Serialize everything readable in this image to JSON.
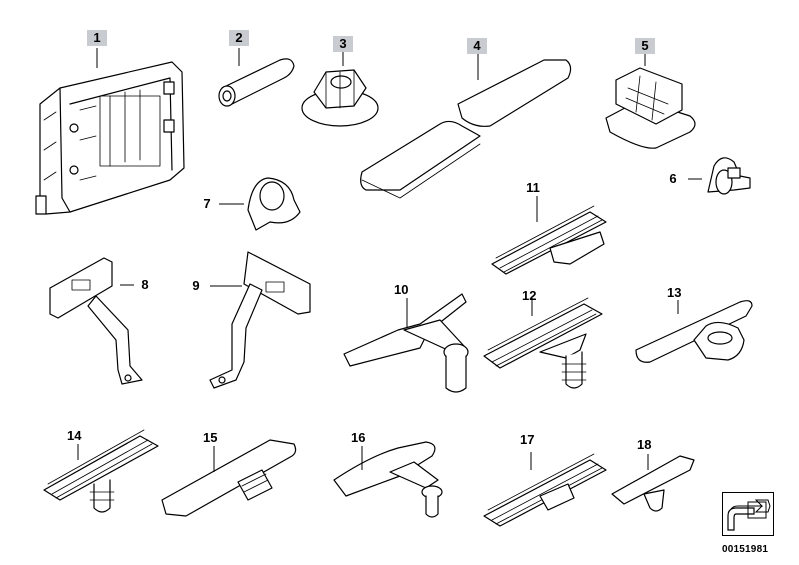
{
  "parts": [
    {
      "number": "1",
      "highlighted": true
    },
    {
      "number": "2",
      "highlighted": true
    },
    {
      "number": "3",
      "highlighted": true
    },
    {
      "number": "4",
      "highlighted": true
    },
    {
      "number": "5",
      "highlighted": true
    },
    {
      "number": "6",
      "highlighted": false
    },
    {
      "number": "7",
      "highlighted": false
    },
    {
      "number": "8",
      "highlighted": false
    },
    {
      "number": "9",
      "highlighted": false
    },
    {
      "number": "10",
      "highlighted": false
    },
    {
      "number": "11",
      "highlighted": false
    },
    {
      "number": "12",
      "highlighted": false
    },
    {
      "number": "13",
      "highlighted": false
    },
    {
      "number": "14",
      "highlighted": false
    },
    {
      "number": "15",
      "highlighted": false
    },
    {
      "number": "16",
      "highlighted": false
    },
    {
      "number": "17",
      "highlighted": false
    },
    {
      "number": "18",
      "highlighted": false
    }
  ],
  "diagram_number": "00151981",
  "colors": {
    "highlight": "#c8ccd0",
    "line": "#000000",
    "background": "#ffffff"
  }
}
